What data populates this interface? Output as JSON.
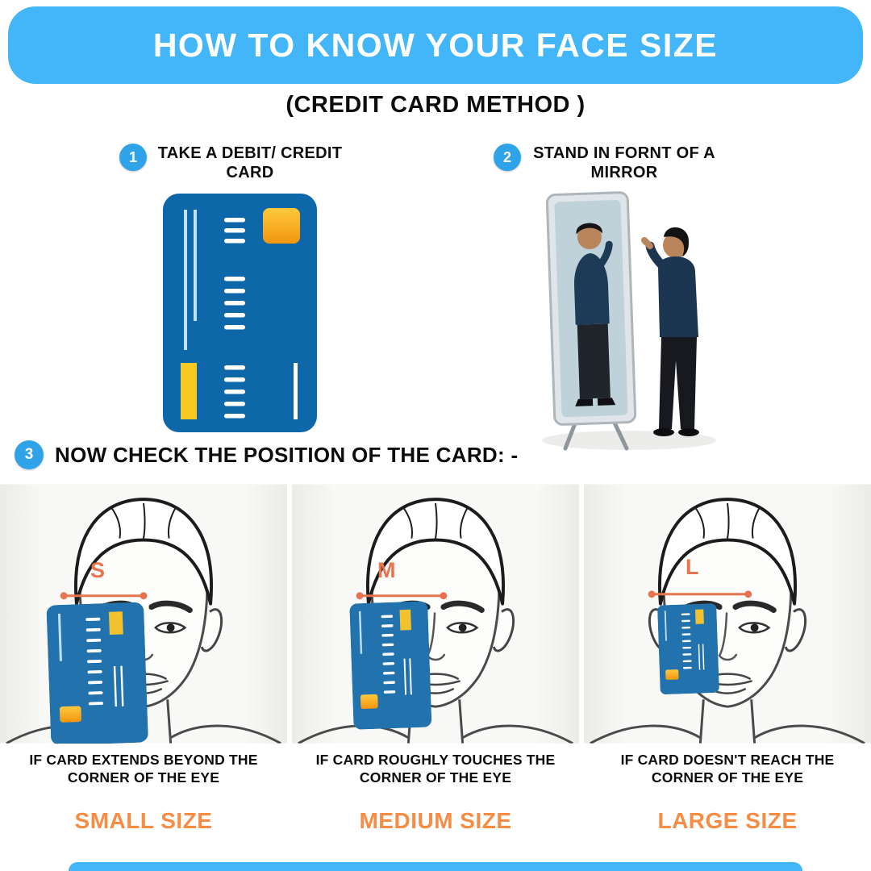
{
  "header": {
    "title": "HOW TO KNOW YOUR FACE SIZE",
    "subtitle": "(CREDIT CARD METHOD )"
  },
  "steps": [
    {
      "number": "1",
      "label": "TAKE A DEBIT/ CREDIT CARD"
    },
    {
      "number": "2",
      "label": "STAND IN FORNT OF A MIRROR"
    },
    {
      "number": "3",
      "label": "NOW CHECK THE POSITION OF THE CARD: -"
    }
  ],
  "panels": [
    {
      "letter": "S",
      "caption": "IF CARD EXTENDS BEYOND THE CORNER OF THE EYE",
      "size_label": "SMALL SIZE"
    },
    {
      "letter": "M",
      "caption": "IF CARD ROUGHLY TOUCHES THE CORNER OF THE EYE",
      "size_label": "MEDIUM SIZE"
    },
    {
      "letter": "L",
      "caption": "IF CARD DOESN'T REACH THE CORNER OF THE EYE",
      "size_label": "LARGE SIZE"
    }
  ],
  "icons": {
    "step1_illustration": "credit-card-icon",
    "step2_illustration": "person-at-mirror-icon",
    "panel_illustration": "male-face-sketch-icon"
  },
  "colors": {
    "banner_blue": "#42B6F8",
    "badge_blue": "#2FA3E8",
    "accent_orange": "#F78C45",
    "measure_orange": "#E8744E",
    "card_blue_dark": "#0E67A8",
    "card_blue_panel": "#2272AE",
    "chip_yellow": "#FFC93C"
  }
}
